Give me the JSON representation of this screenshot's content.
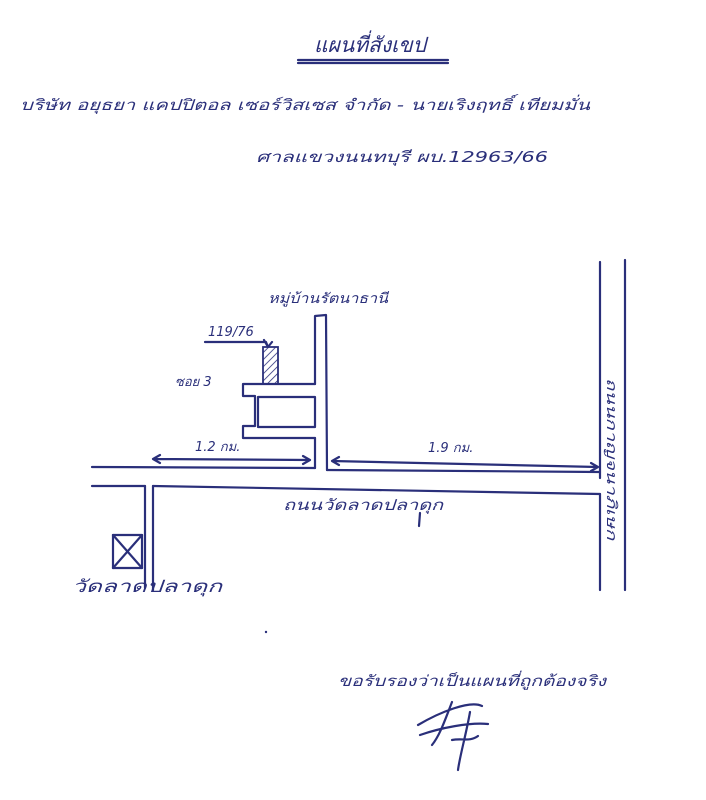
{
  "document": {
    "title": "แผนที่สังเขป",
    "parties_line": "บริษัท อยุธยา แคปปิตอล เซอร์วิสเซส จำกัด - นายเริงฤทธิ์ เทียมมั่น",
    "court_line": "ศาลแขวงนนทบุรี ผบ.12963/66",
    "certification": "ขอรับรองว่าเป็นแผนที่ถูกต้องจริง",
    "ink_color": "#2a2f7a"
  },
  "map": {
    "village_label": "หมู่บ้านรัตนาธานี",
    "house_number": "119/76",
    "soi_label": "ซอย 3",
    "distance_left": "1.2 กม.",
    "distance_right": "1.9 กม.",
    "main_road_label": "ถนนวัดลาดปลาดุก",
    "temple_label": "วัดลาดปลาดุก",
    "vertical_road_label": "ถนนกาญจนาภิเษก"
  }
}
